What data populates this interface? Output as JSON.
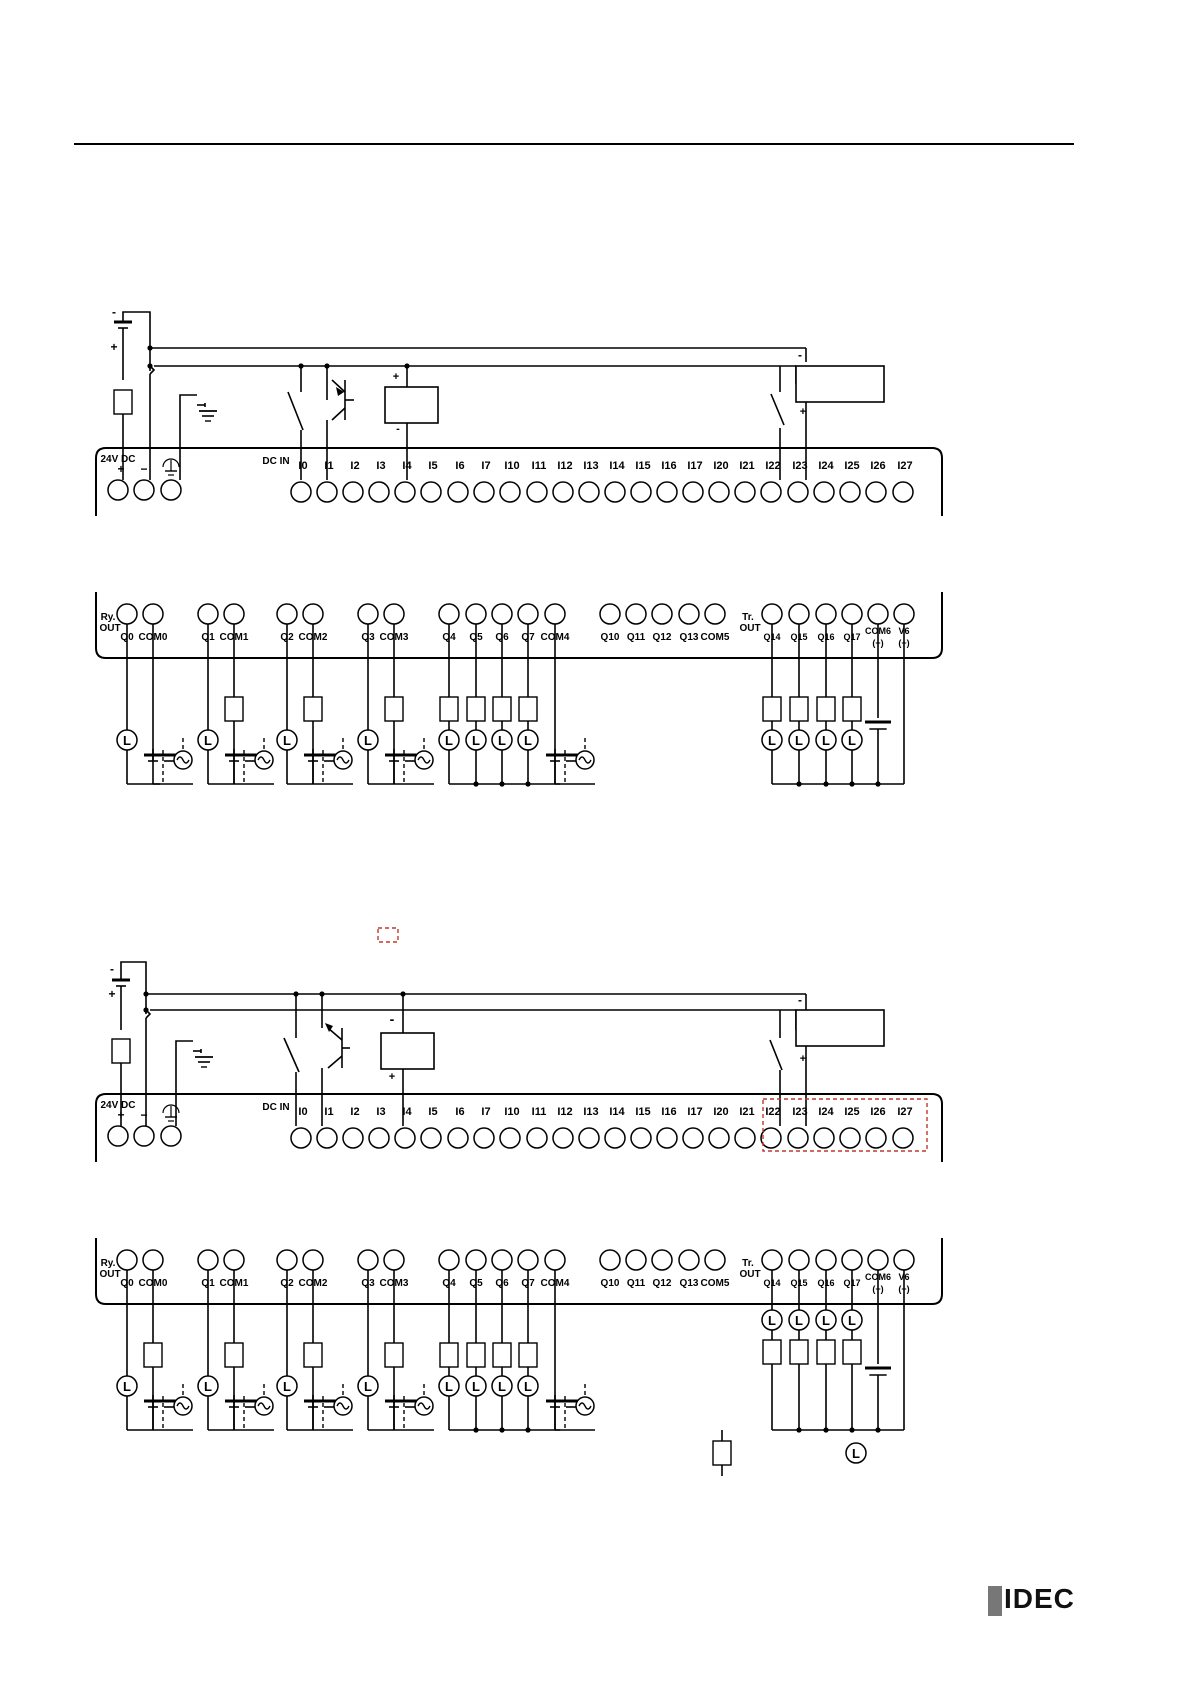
{
  "brand": {
    "logo_text": "IDEC"
  },
  "labels": {
    "dcin": "DC IN",
    "v24": "24V DC",
    "plus": "+",
    "minus": "−",
    "dash": "-",
    "ry1": "Ry.",
    "ry2": "OUT",
    "tr1": "Tr.",
    "tr2": "OUT",
    "lamp": "L"
  },
  "inputs": [
    "I0",
    "I1",
    "I2",
    "I3",
    "I4",
    "I5",
    "I6",
    "I7",
    "I10",
    "I11",
    "I12",
    "I13",
    "I14",
    "I15",
    "I16",
    "I17",
    "I20",
    "I21",
    "I22",
    "I23",
    "I24",
    "I25",
    "I26",
    "I27"
  ],
  "outputs_relay": [
    "Q0",
    "COM0",
    "Q1",
    "COM1",
    "Q2",
    "COM2",
    "Q3",
    "COM3",
    "Q4",
    "Q5",
    "Q6",
    "Q7",
    "COM4",
    "Q10",
    "Q11",
    "Q12",
    "Q13",
    "COM5"
  ],
  "outputs_tr_sink": [
    "Q14",
    "Q15",
    "Q16",
    "Q17",
    "COM6",
    "V6"
  ],
  "outputs_tr_sink_sub": [
    "(+)",
    "(−)"
  ],
  "outputs_tr_source": [
    "Q14",
    "Q15",
    "Q16",
    "Q17",
    "COM6",
    "V6"
  ],
  "outputs_tr_source_sub": [
    "(−)",
    "(+)"
  ],
  "colors": {
    "line": "#000000",
    "highlight": "#c0392b",
    "logo_mark": "#777777"
  }
}
